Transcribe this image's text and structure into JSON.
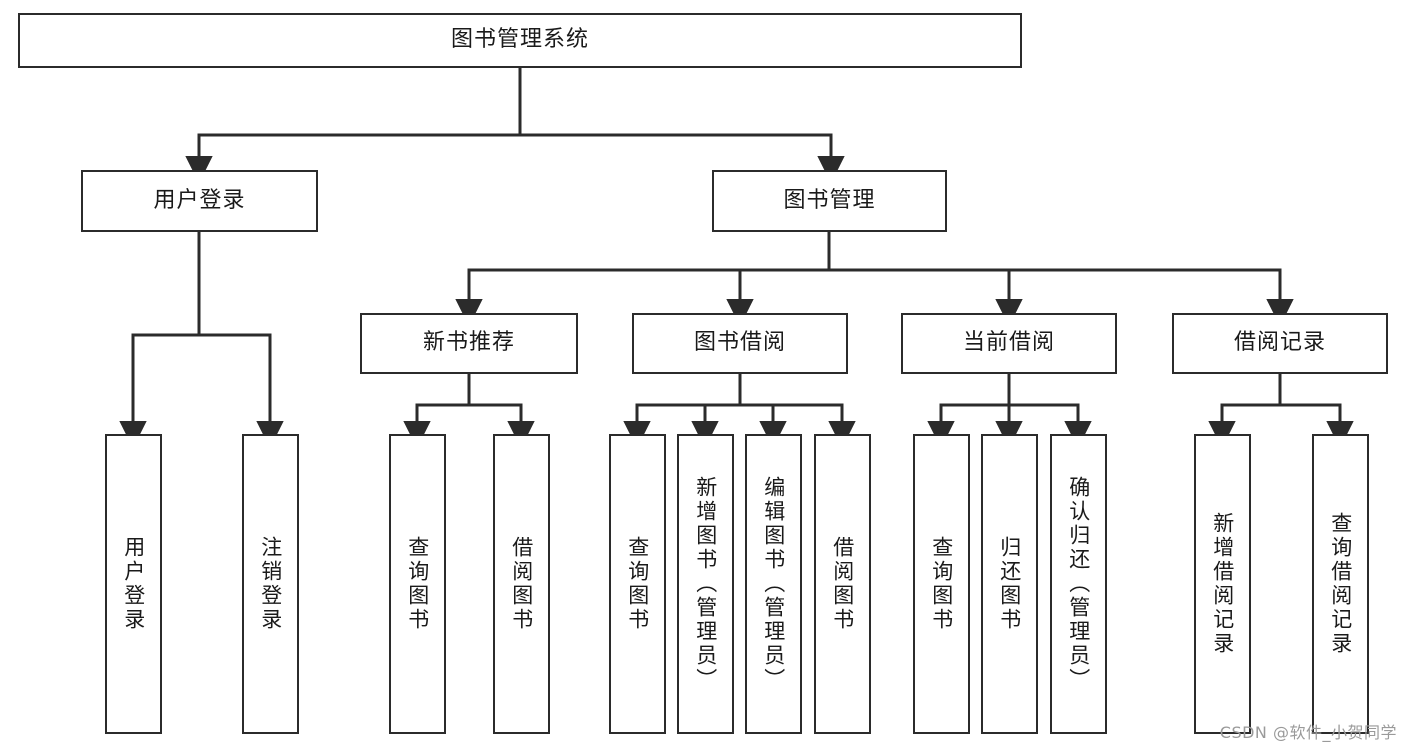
{
  "diagram": {
    "type": "tree-hierarchy",
    "title": "图书管理系统",
    "orientation": "top-down",
    "edge_style": "orthogonal-with-arrowheads",
    "colors": {
      "node_border": "#2b2b2b",
      "node_fill": "#ffffff",
      "edge": "#2b2b2b",
      "text": "#1a1a1a",
      "watermark": "#9a9a9a",
      "background": "#ffffff"
    }
  },
  "root": {
    "label": "图书管理系统"
  },
  "level2": [
    {
      "label": "用户登录"
    },
    {
      "label": "图书管理"
    }
  ],
  "level3": [
    {
      "label": "新书推荐"
    },
    {
      "label": "图书借阅"
    },
    {
      "label": "当前借阅"
    },
    {
      "label": "借阅记录"
    }
  ],
  "leaves": {
    "user_login": [
      {
        "label": "用户登录"
      },
      {
        "label": "注销登录"
      }
    ],
    "new_book": [
      {
        "label": "查询图书"
      },
      {
        "label": "借阅图书"
      }
    ],
    "borrow_book": [
      {
        "label": "查询图书"
      },
      {
        "label": "新增图书（管理员）"
      },
      {
        "label": "编辑图书（管理员）"
      },
      {
        "label": "借阅图书"
      }
    ],
    "current_borrow": [
      {
        "label": "查询图书"
      },
      {
        "label": "归还图书"
      },
      {
        "label": "确认归还（管理员）"
      }
    ],
    "borrow_record": [
      {
        "label": "新增借阅记录"
      },
      {
        "label": "查询借阅记录"
      }
    ]
  },
  "watermark": {
    "text": "CSDN @软件_小贺同学"
  }
}
